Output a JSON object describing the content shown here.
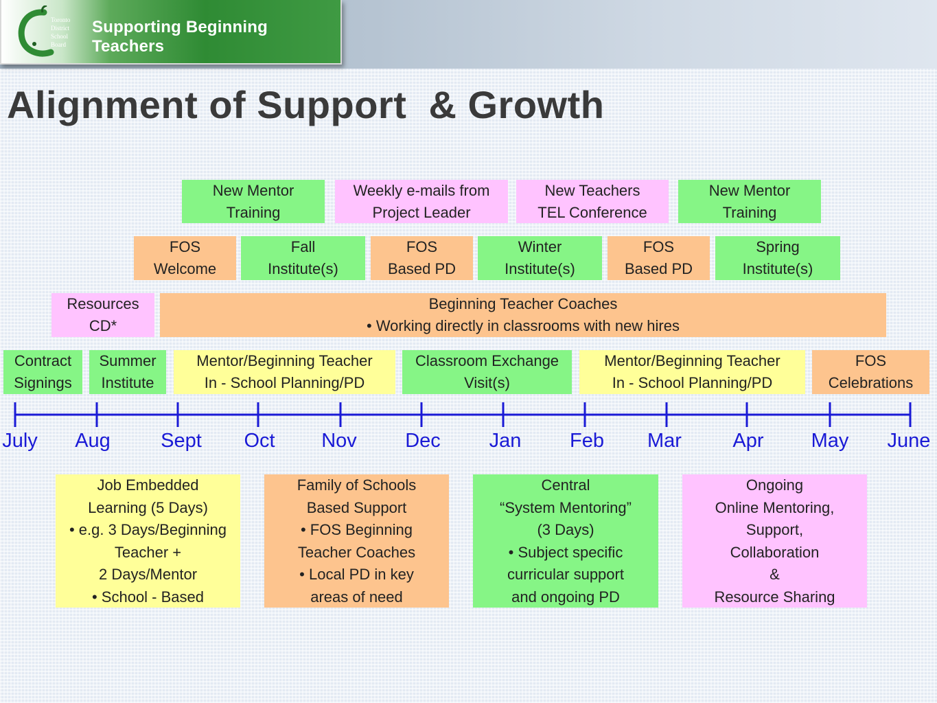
{
  "header": {
    "logo_lines": [
      "Toronto",
      "District",
      "School",
      "Board"
    ],
    "banner_title": "Supporting Beginning Teachers",
    "page_title": "Alignment of Support  & Growth"
  },
  "colors": {
    "green": "#86f586",
    "pink": "#ffc3ff",
    "orange": "#fdc48e",
    "yellow": "#ffff99",
    "timeline": "#1a1ad6"
  },
  "row1": [
    {
      "lines": [
        "New Mentor",
        "Training"
      ]
    },
    {
      "lines": [
        "Weekly e-mails from",
        "Project Leader"
      ]
    },
    {
      "lines": [
        "New Teachers",
        "TEL Conference"
      ]
    },
    {
      "lines": [
        "New Mentor",
        "Training"
      ]
    }
  ],
  "row2": [
    {
      "lines": [
        "FOS",
        "Welcome"
      ]
    },
    {
      "lines": [
        "Fall",
        "Institute(s)"
      ]
    },
    {
      "lines": [
        "FOS",
        "Based PD"
      ]
    },
    {
      "lines": [
        "Winter",
        "Institute(s)"
      ]
    },
    {
      "lines": [
        "FOS",
        "Based PD"
      ]
    },
    {
      "lines": [
        "Spring",
        "Institute(s)"
      ]
    }
  ],
  "row3": [
    {
      "lines": [
        "Resources",
        "CD*"
      ]
    },
    {
      "lines": [
        "Beginning Teacher Coaches",
        "• Working directly in classrooms with new hires"
      ]
    }
  ],
  "row4": [
    {
      "lines": [
        "Contract",
        "Signings"
      ]
    },
    {
      "lines": [
        "Summer",
        "Institute"
      ]
    },
    {
      "lines": [
        "Mentor/Beginning Teacher",
        "In - School Planning/PD"
      ]
    },
    {
      "lines": [
        "Classroom Exchange",
        "Visit(s)"
      ]
    },
    {
      "lines": [
        "Mentor/Beginning Teacher",
        "In - School Planning/PD"
      ]
    },
    {
      "lines": [
        "FOS",
        "Celebrations"
      ]
    }
  ],
  "months": [
    "July",
    "Aug",
    "Sept",
    "Oct",
    "Nov",
    "Dec",
    "Jan",
    "Feb",
    "Mar",
    "Apr",
    "May",
    "June"
  ],
  "bottom": [
    {
      "lines": [
        "Job Embedded",
        "Learning (5 Days)",
        "• e.g. 3 Days/Beginning",
        "Teacher +",
        "2 Days/Mentor",
        "• School - Based"
      ]
    },
    {
      "lines": [
        "Family of Schools",
        "Based Support",
        "• FOS Beginning",
        "Teacher Coaches",
        "• Local PD in key",
        "areas of need"
      ]
    },
    {
      "lines": [
        "Central",
        "“System Mentoring”",
        "(3 Days)",
        "• Subject specific",
        "curricular support",
        "and ongoing PD"
      ]
    },
    {
      "lines": [
        "Ongoing",
        "Online Mentoring,",
        "Support,",
        "Collaboration",
        "&",
        "Resource Sharing"
      ]
    }
  ]
}
